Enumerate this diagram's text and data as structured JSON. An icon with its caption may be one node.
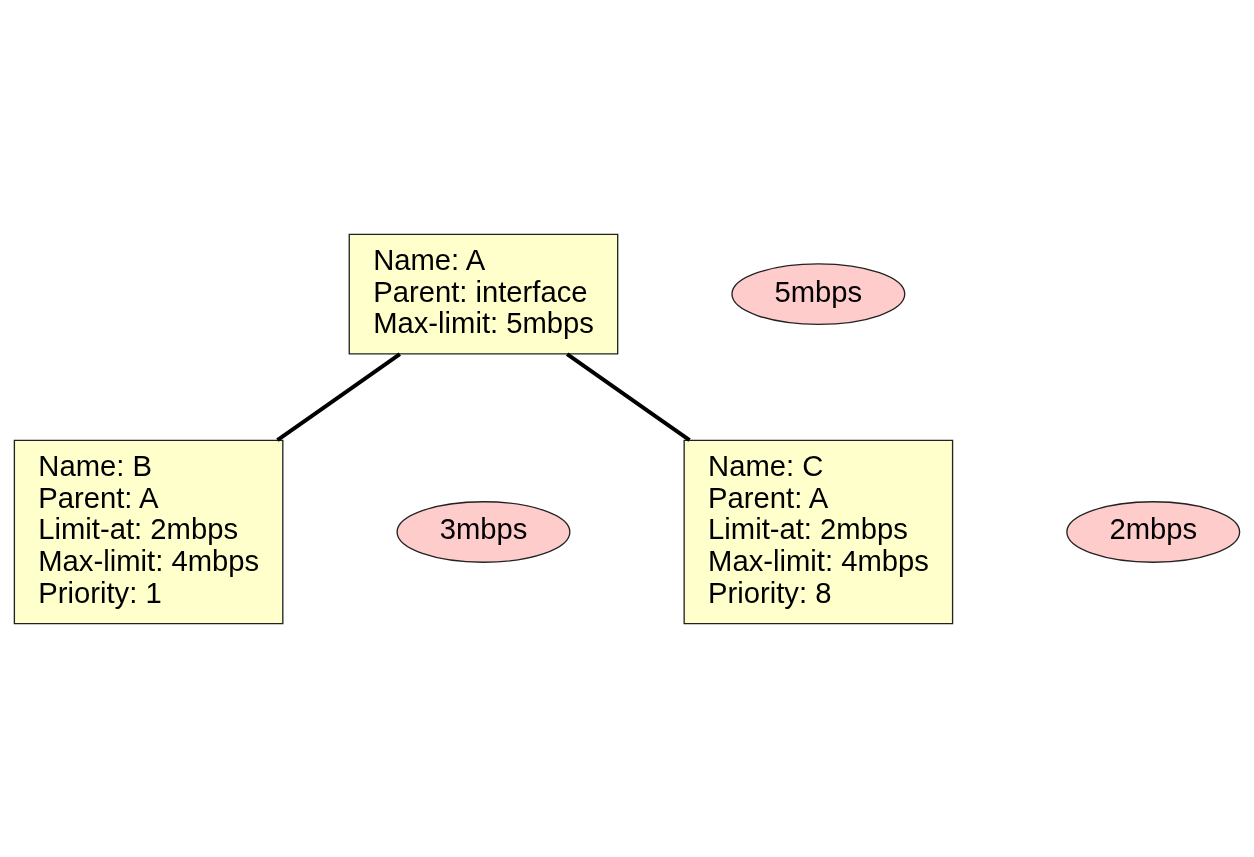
{
  "diagram": {
    "nodes": [
      {
        "text": [
          "Name: A",
          "Parent: interface",
          "Max-limit: 5mbps"
        ]
      },
      {
        "text": [
          "5mbps"
        ]
      },
      {
        "text": [
          "Name: B",
          "Parent: A",
          "Limit-at: 2mbps",
          "Max-limit: 4mbps",
          "Priority: 1"
        ]
      },
      {
        "text": [
          "Name: C",
          "Parent: A",
          "Limit-at: 2mbps",
          "Max-limit: 4mbps",
          "Priority: 8"
        ]
      },
      {
        "text": [
          "3mbps"
        ]
      },
      {
        "text": [
          "2mbps"
        ]
      }
    ],
    "edges": [
      {
        "from": 0,
        "to": 2,
        "arrow": "none"
      },
      {
        "from": 0,
        "to": 3,
        "arrow": "none"
      }
    ]
  }
}
